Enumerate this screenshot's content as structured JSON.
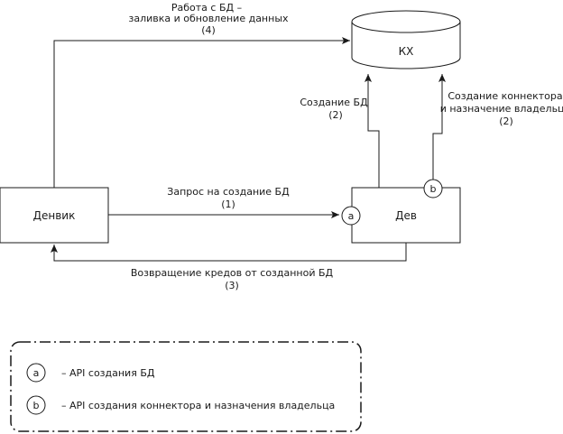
{
  "nodes": {
    "denvik": {
      "label": "Денвик"
    },
    "dev": {
      "label": "Дев"
    },
    "kx": {
      "label": "КХ"
    }
  },
  "markers": {
    "a": {
      "label": "a"
    },
    "b": {
      "label": "b"
    }
  },
  "edges": {
    "db_work": {
      "line1": "Работа с БД –",
      "line2": "заливка и обновление данных",
      "step": "(4)"
    },
    "create_request": {
      "line1": "Запрос на создание БД",
      "step": "(1)"
    },
    "return_creds": {
      "line1": "Возвращение кредов от созданной БД",
      "step": "(3)"
    },
    "create_db": {
      "line1": "Создание БД",
      "step": "(2)"
    },
    "create_connector": {
      "line1": "Создание коннектора",
      "line2": "и назначение владельца",
      "step": "(2)"
    }
  },
  "legend": {
    "items": [
      {
        "marker": "a",
        "text": "– API создания БД"
      },
      {
        "marker": "b",
        "text": "– API создания коннектора и назначения владельца"
      }
    ]
  }
}
